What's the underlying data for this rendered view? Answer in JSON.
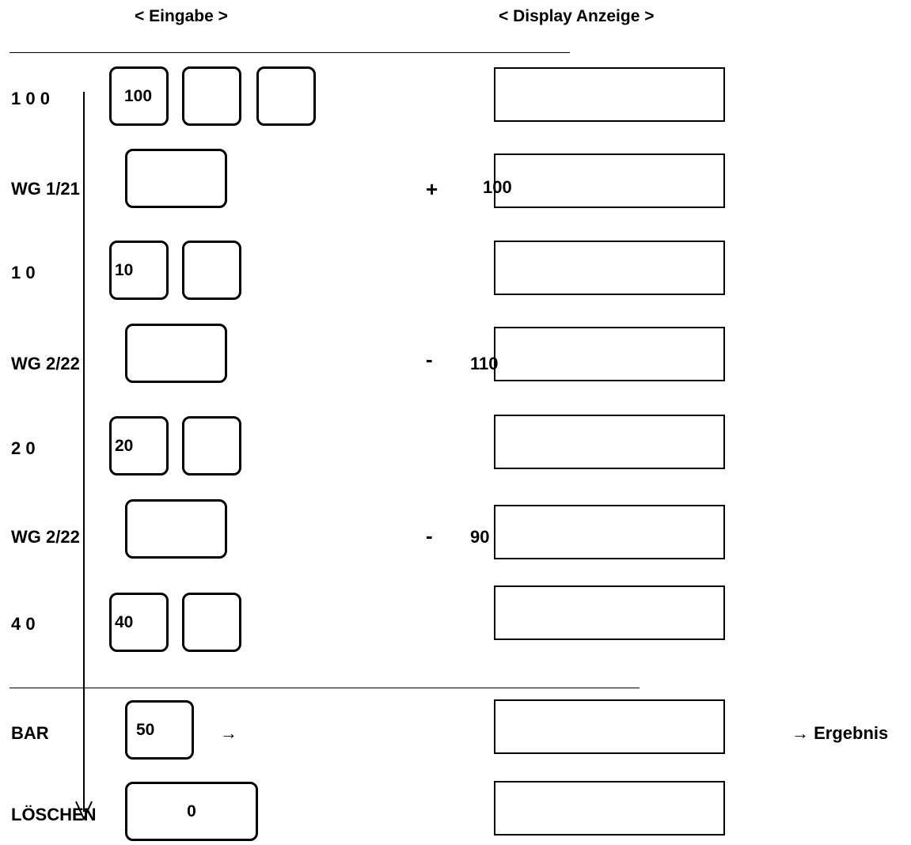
{
  "headers": {
    "input": "< Eingabe >",
    "display": "< Display Anzeige >"
  },
  "rows": [
    {
      "label": "1 0 0",
      "keys": [
        "100",
        "",
        ""
      ]
    },
    {
      "label": "WG 1/21",
      "keys": [
        ""
      ],
      "op": "+",
      "display_value": "100"
    },
    {
      "label": "1 0",
      "keys": [
        "10",
        ""
      ]
    },
    {
      "label": "WG 2/22",
      "keys": [
        ""
      ],
      "op": "-",
      "display_value": "110"
    },
    {
      "label": "2 0",
      "keys": [
        "20",
        ""
      ]
    },
    {
      "label": "WG 2/22",
      "keys": [
        ""
      ],
      "op": "-",
      "display_value": "90"
    },
    {
      "label": "4 0",
      "keys": [
        "40",
        ""
      ]
    }
  ],
  "bar": {
    "label": "BAR",
    "key": "50",
    "arrow": "→",
    "result": "→ Ergebnis"
  },
  "clear": {
    "label": "LÖSCHEN",
    "key": "0"
  }
}
